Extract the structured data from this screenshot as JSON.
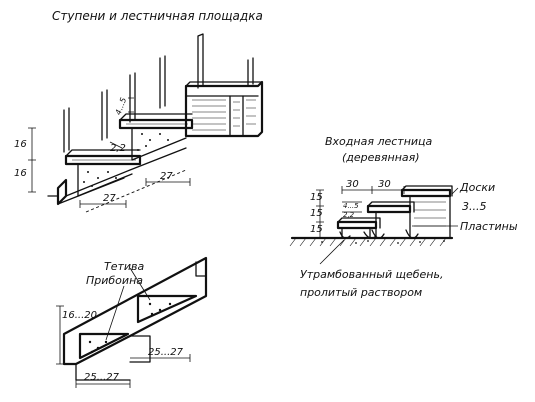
{
  "title_stairs": "Ступени и лестничная площадка",
  "stairs_dims": {
    "riser_top": "16",
    "riser_bottom": "16",
    "tread_upper": "27",
    "tread_lower": "27",
    "board_thickness": "2,2",
    "post_gap": "4...5"
  },
  "stringer": {
    "label_tetiva": "Тетива",
    "label_pridavina": "Прибоина",
    "riser": "16...20",
    "tread_upper": "25...27",
    "tread_lower": "25...27"
  },
  "entrance": {
    "title_line1": "Входная лестница",
    "title_line2": "(деревянная)",
    "riser1": "15",
    "riser2": "15",
    "riser3": "15",
    "tread1": "30",
    "tread2": "30",
    "small_dim1": "4...5",
    "small_dim2": "2,2",
    "label_boards": "Доски",
    "label_boards_thickness": "3...5",
    "label_plates": "Пластины",
    "label_gravel_line1": "Утрамбованный щебень,",
    "label_gravel_line2": "пролитый раствором"
  }
}
